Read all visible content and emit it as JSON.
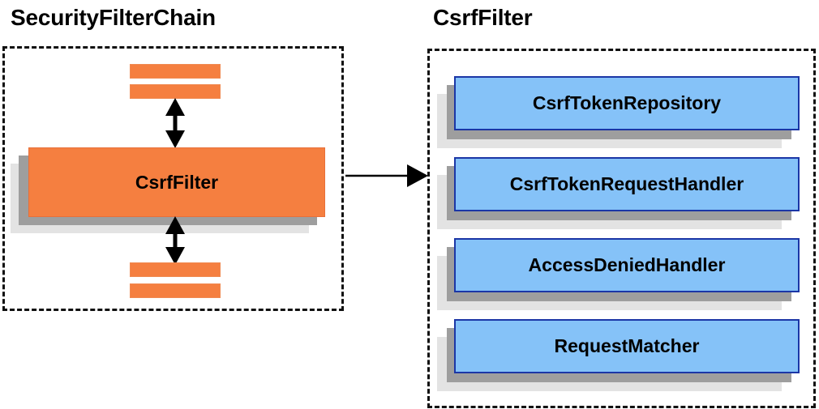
{
  "diagram": {
    "type": "component-diagram",
    "background": "#ffffff",
    "colors": {
      "orange_fill": "#f57f40",
      "blue_fill": "#85c2f8",
      "blue_border": "#1b36a6",
      "shadow_dark": "#9e9e9e",
      "shadow_light": "#e3e3e3",
      "outline": "#111111",
      "text": "#000000"
    },
    "panels": [
      {
        "id": "security-filter-chain",
        "title": "SecurityFilterChain",
        "border_style": "dashed",
        "items": [
          {
            "kind": "filter-bar",
            "label": ""
          },
          {
            "kind": "filter-bar",
            "label": ""
          },
          {
            "kind": "card",
            "label": "CsrfFilter",
            "color": "orange"
          },
          {
            "kind": "filter-bar",
            "label": ""
          },
          {
            "kind": "filter-bar",
            "label": ""
          }
        ]
      },
      {
        "id": "csrf-filter",
        "title": "CsrfFilter",
        "border_style": "dashed",
        "items": [
          {
            "kind": "card",
            "label": "CsrfTokenRepository",
            "color": "blue"
          },
          {
            "kind": "card",
            "label": "CsrfTokenRequestHandler",
            "color": "blue"
          },
          {
            "kind": "card",
            "label": "AccessDeniedHandler",
            "color": "blue"
          },
          {
            "kind": "card",
            "label": "RequestMatcher",
            "color": "blue"
          }
        ]
      }
    ],
    "connectors": [
      {
        "id": "chain-up",
        "style": "double-headed-vertical",
        "label": ""
      },
      {
        "id": "chain-down",
        "style": "double-headed-vertical",
        "label": ""
      },
      {
        "id": "chain-to-csrf",
        "style": "single-headed-horizontal",
        "label": ""
      }
    ]
  }
}
